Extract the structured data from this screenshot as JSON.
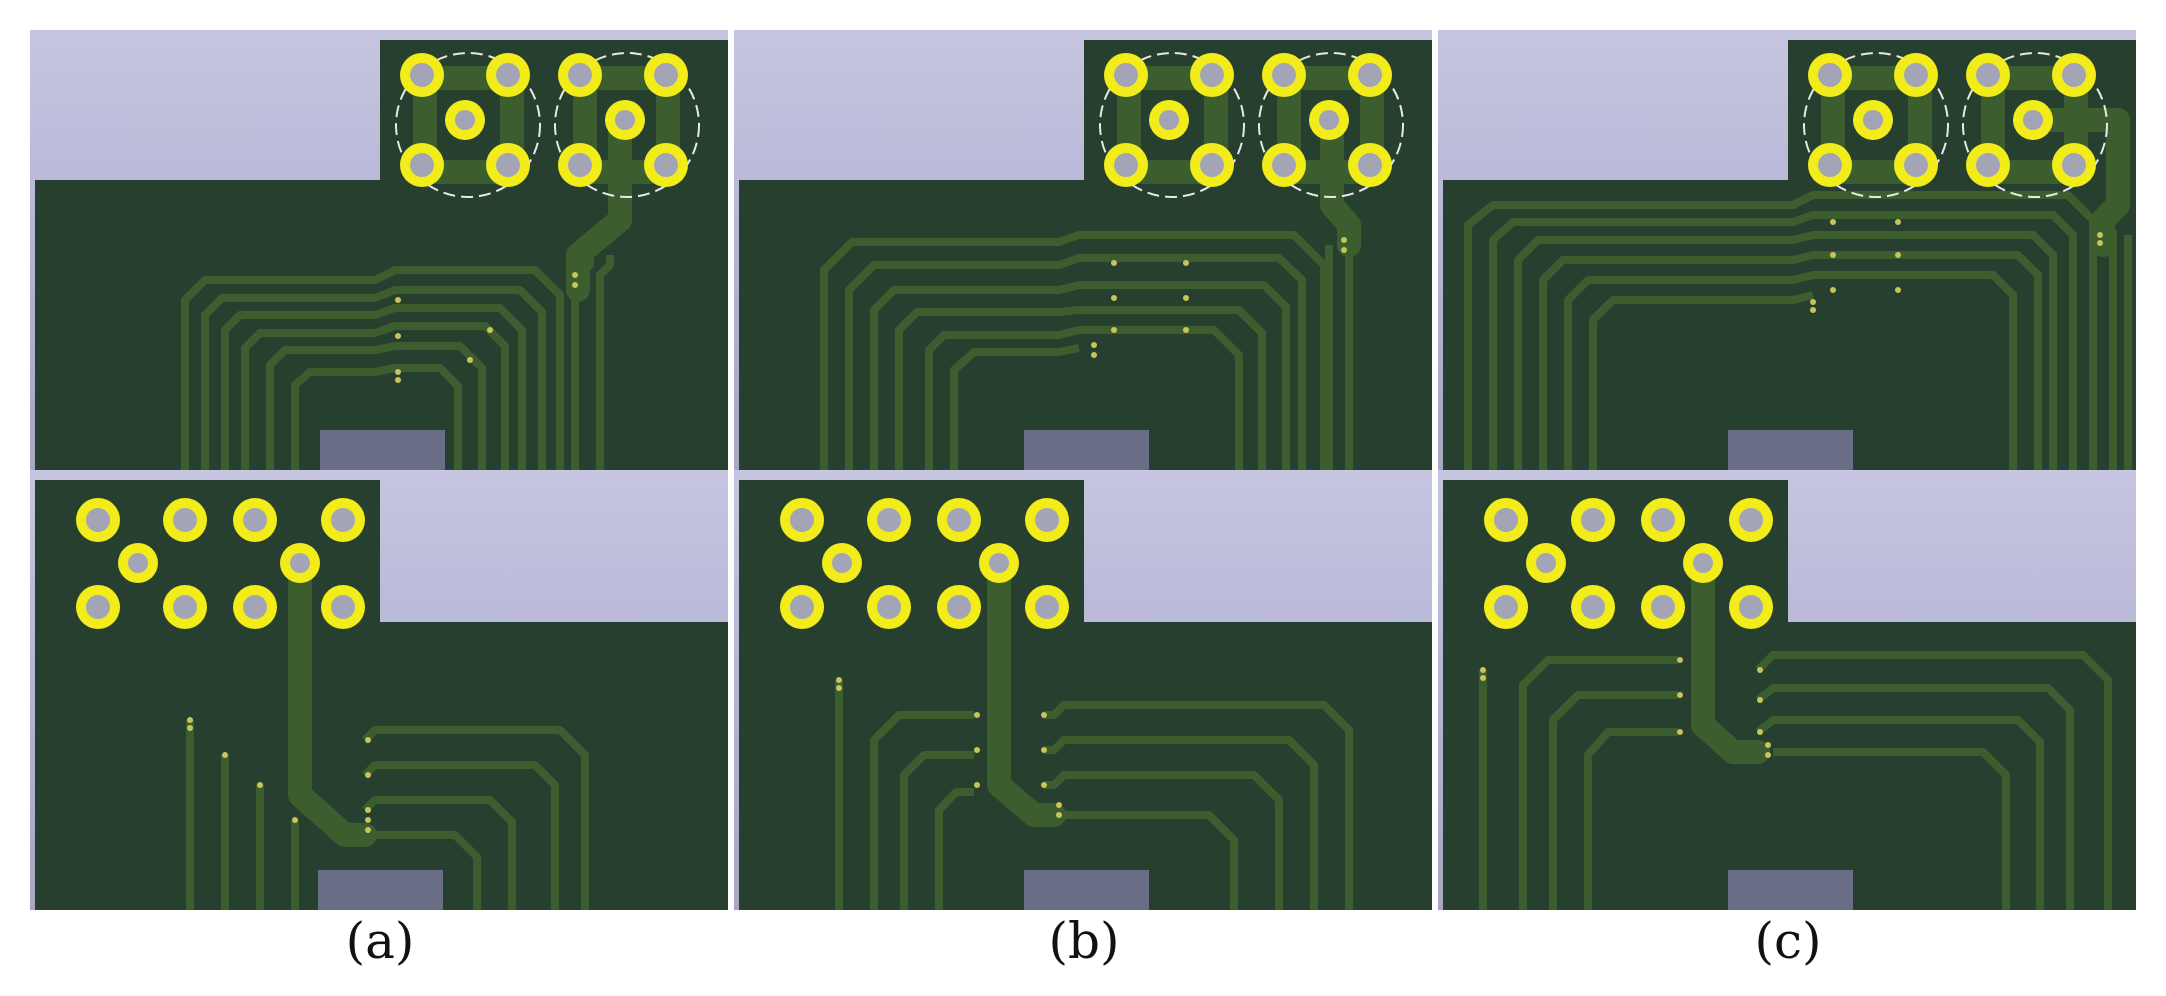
{
  "figure": {
    "captions": [
      "(a)",
      "(b)",
      "(c)"
    ],
    "colors": {
      "background_gradient_top": "#c6c6e2",
      "background_gradient_bottom": "#a7a7c4",
      "board": "#263f2e",
      "trace": "#3c5e2f",
      "pad_ring": "#f2ec1b",
      "pad_hole": "#a3a5b6",
      "cutout": "#6a6d86",
      "silkscreen": "#e8e8e8"
    }
  }
}
